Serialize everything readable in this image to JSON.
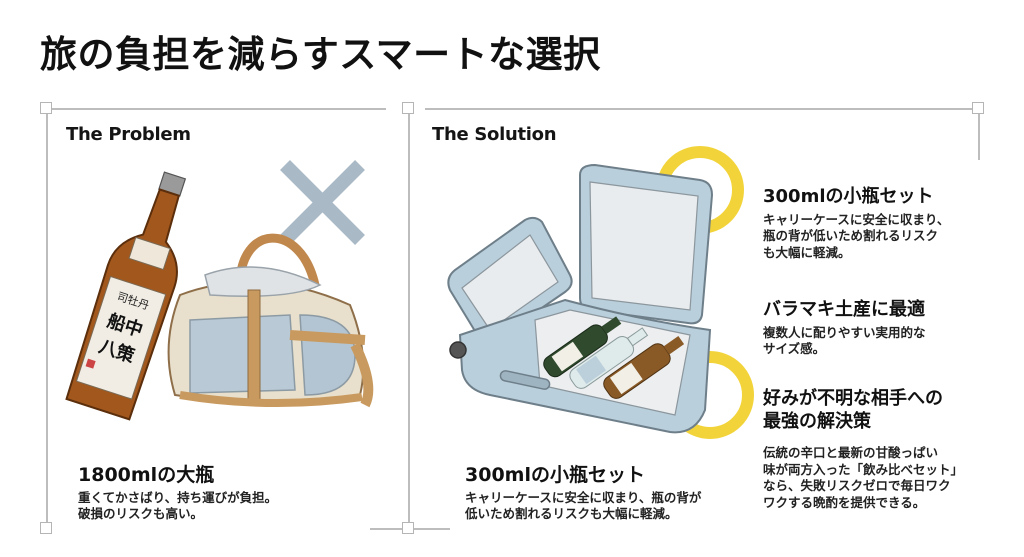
{
  "title": "旅の負担を減らすスマートな選択",
  "problem": {
    "label": "The Problem",
    "heading": "1800mlの大瓶",
    "desc_lines": [
      "重くてかさばり、持ち運びが負担。",
      "破損のリスクも高い。"
    ],
    "bottle_label": {
      "brand": "司牡丹",
      "name": "船中八策",
      "top": "船中八策"
    },
    "mark": "cross-mark"
  },
  "solution": {
    "label": "The Solution",
    "heading": "300mlの小瓶セット",
    "desc_lines": [
      "キャリーケースに安全に収まり、瓶の背が",
      "低いため割れるリスクも大幅に軽減。"
    ]
  },
  "features": [
    {
      "heading_lines": [
        "300mlの小瓶セット"
      ],
      "desc_lines": [
        "キャリーケースに安全に収まり、",
        "瓶の背が低いため割れるリスク",
        "も大幅に軽減。"
      ]
    },
    {
      "heading_lines": [
        "バラマキ土産に最適"
      ],
      "desc_lines": [
        "複数人に配りやすい実用的な",
        "サイズ感。"
      ]
    },
    {
      "heading_lines": [
        "好みが不明な相手への",
        "最強の解決策"
      ],
      "desc_lines": [
        "伝統の辛口と最新の甘酸っぱい",
        "味が両方入った「飲み比べセット」",
        "なら、失敗リスクゼロで毎日ワク",
        "ワクする晩酌を提供できる。"
      ]
    }
  ],
  "colors": {
    "frame": "#bdbdbd",
    "cross": "#a9b9c6",
    "accent_yellow": "#f2d43a",
    "suitcase": "#b9cfdc",
    "bag_canvas": "#e8e0cc",
    "bag_leather": "#c99a5f",
    "bottle_amber": "#a2571c"
  }
}
